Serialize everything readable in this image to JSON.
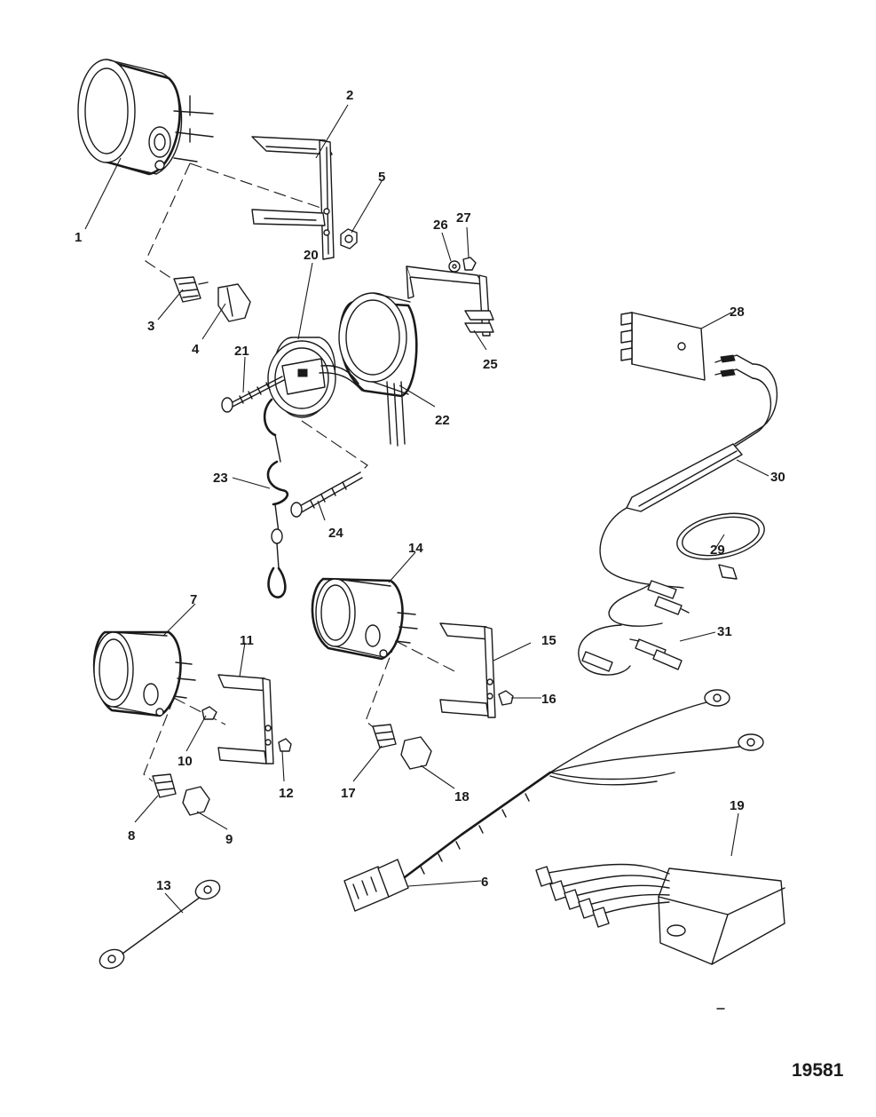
{
  "figure_id": "19581",
  "callouts": {
    "c1": "1",
    "c2": "2",
    "c3": "3",
    "c4": "4",
    "c5": "5",
    "c6": "6",
    "c7": "7",
    "c8": "8",
    "c9": "9",
    "c10": "10",
    "c11": "11",
    "c12": "12",
    "c13": "13",
    "c14": "14",
    "c15": "15",
    "c16": "16",
    "c17": "17",
    "c18": "18",
    "c19": "19",
    "c20": "20",
    "c21": "21",
    "c22": "22",
    "c23": "23",
    "c24": "24",
    "c25": "25",
    "c26": "26",
    "c27": "27",
    "c28": "28",
    "c29": "29",
    "c30": "30",
    "c31": "31"
  }
}
